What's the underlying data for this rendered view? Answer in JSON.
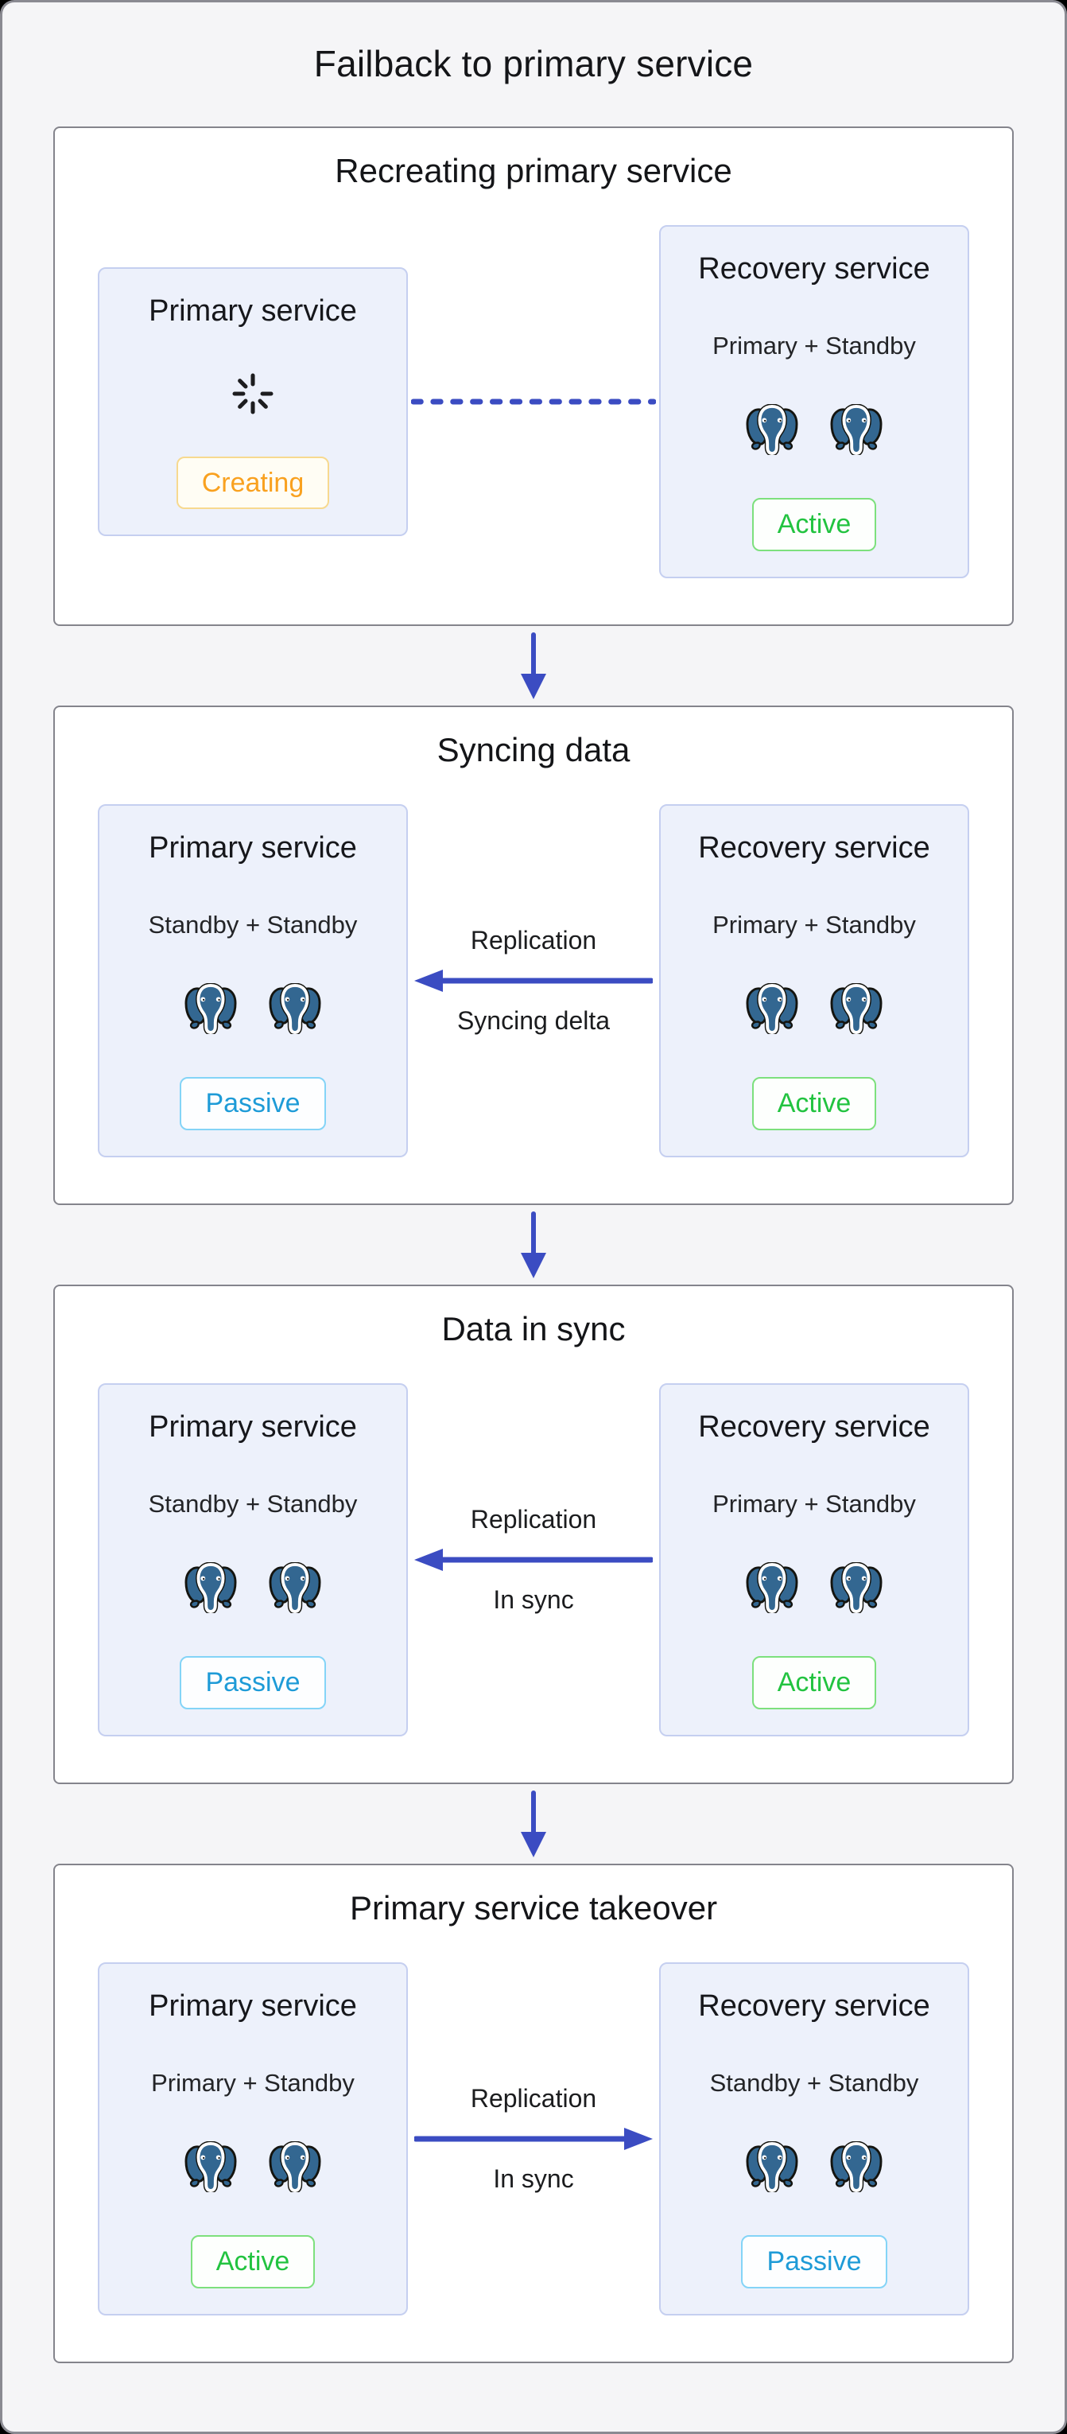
{
  "title": "Failback to primary service",
  "stages": [
    {
      "title": "Recreating primary service",
      "left": {
        "title": "Primary service",
        "badge": "Creating"
      },
      "connector": {
        "type": "dashed-line"
      },
      "right": {
        "title": "Recovery service",
        "subtitle": "Primary + Standby",
        "badge": "Active"
      }
    },
    {
      "title": "Syncing data",
      "left": {
        "title": "Primary service",
        "subtitle": "Standby + Standby",
        "badge": "Passive"
      },
      "connector": {
        "type": "arrow",
        "direction": "left",
        "label_top": "Replication",
        "label_bottom": "Syncing delta"
      },
      "right": {
        "title": "Recovery service",
        "subtitle": "Primary + Standby",
        "badge": "Active"
      }
    },
    {
      "title": "Data in sync",
      "left": {
        "title": "Primary service",
        "subtitle": "Standby + Standby",
        "badge": "Passive"
      },
      "connector": {
        "type": "arrow",
        "direction": "left",
        "label_top": "Replication",
        "label_bottom": "In sync"
      },
      "right": {
        "title": "Recovery service",
        "subtitle": "Primary + Standby",
        "badge": "Active"
      }
    },
    {
      "title": "Primary service takeover",
      "left": {
        "title": "Primary service",
        "subtitle": "Primary + Standby",
        "badge": "Active"
      },
      "connector": {
        "type": "arrow",
        "direction": "right",
        "label_top": "Replication",
        "label_bottom": "In sync"
      },
      "right": {
        "title": "Recovery service",
        "subtitle": "Standby + Standby",
        "badge": "Passive"
      }
    }
  ],
  "icons": {
    "service_icon": "postgresql-elephant",
    "creating_icon": "loading-spinner",
    "stage_connector": "arrow-down"
  },
  "colors": {
    "accent_blue": "#3b4cc2",
    "elephant_blue": "#336791",
    "creating_orange": "#f9a11f",
    "active_green": "#22c340",
    "passive_blue": "#1e9bd7",
    "box_fill": "#edf1fb",
    "box_border": "#c5cff0",
    "frame_bg": "#f5f5f7"
  }
}
